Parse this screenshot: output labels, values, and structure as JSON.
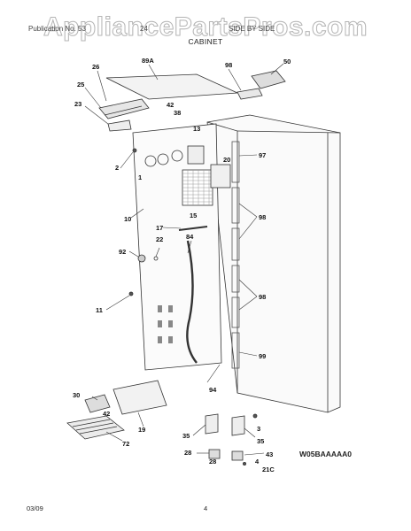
{
  "watermark": "AppliancePartsPros.com",
  "header": {
    "left": "Publication No. 53",
    "mid": "24",
    "right": "SIDE BY SIDE",
    "section": "CABINET"
  },
  "footer": {
    "date": "03/09",
    "page": "4"
  },
  "diagram_code": "W05BAAAAA0",
  "callouts": [
    "89A",
    "26",
    "98",
    "50",
    "25",
    "42",
    "23",
    "38",
    "13",
    "97",
    "2",
    "20",
    "1",
    "98",
    "15",
    "10",
    "17",
    "84",
    "22",
    "92",
    "98",
    "11",
    "99",
    "94",
    "30",
    "42",
    "19",
    "72",
    "35",
    "3",
    "35",
    "28",
    "43",
    "28",
    "4",
    "21C"
  ]
}
